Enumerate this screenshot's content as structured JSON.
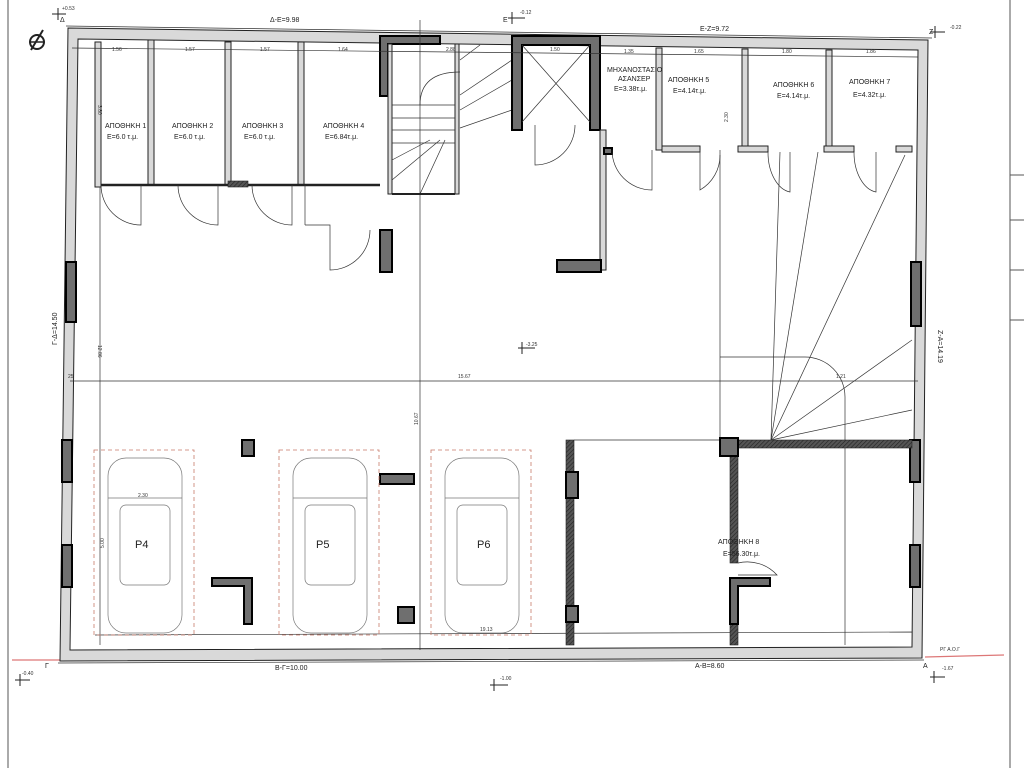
{
  "plan": {
    "levels": {
      "top_left": "+0.53",
      "top_mid": "-0.12",
      "top_right": "-0.22",
      "center": "-3.25",
      "bottom_left": "-0.40",
      "bottom_mid": "-1.00",
      "bottom_right": "-1.67"
    },
    "corners": {
      "delta": "Δ",
      "epsilon": "E",
      "zeta": "Z",
      "alpha": "A",
      "gamma": "Γ"
    },
    "sides": {
      "de": "Δ-Ε=9.98",
      "ez": "Ε-Ζ=9.72",
      "gd": "Γ-Δ=14.50",
      "za": "Ζ-Α=14.19",
      "bg": "Β-Γ=10.00",
      "ad": "Α-Β=8.60"
    },
    "dimensions": {
      "w1": "1.56",
      "w2": "1.57",
      "w3": "1.57",
      "w4": "1.64",
      "stair": "2.88",
      "lift": "1.50",
      "machine": "1.35",
      "r5": "1.65",
      "r6": "1.80",
      "r7": "1.86",
      "span": "15.67",
      "bottom_span": "19.13",
      "vertical_left": "12.86",
      "vertical_mid": "10.67",
      "car_width": "2.30",
      "car_len": "5.00",
      "depth_left": "3.80",
      "depth_right": "2.30",
      "radius": "1.21",
      "wall": "25",
      "ground": "ΡΓ Α.Ο.Γ"
    },
    "rooms": [
      {
        "name": "ΑΠΟΘΗΚΗ 1",
        "area": "Ε=6.0 τ.μ."
      },
      {
        "name": "ΑΠΟΘΗΚΗ 2",
        "area": "Ε=6.0 τ.μ."
      },
      {
        "name": "ΑΠΟΘΗΚΗ 3",
        "area": "Ε=6.0 τ.μ."
      },
      {
        "name": "ΑΠΟΘΗΚΗ 4",
        "area": "Ε=6.84τ.μ."
      },
      {
        "name": "ΑΠΟΘΗΚΗ 5",
        "area": "Ε=4.14τ.μ."
      },
      {
        "name": "ΑΠΟΘΗΚΗ 6",
        "area": "Ε=4.14τ.μ."
      },
      {
        "name": "ΑΠΟΘΗΚΗ 7",
        "area": "Ε=4.32τ.μ."
      },
      {
        "name": "ΑΠΟΘΗΚΗ 8",
        "area": "Ε=56.30τ.μ."
      }
    ],
    "machine_room": {
      "line1": "ΜΗΧΑΝΟΣΤΑΣΙΟ",
      "line2": "ΑΣΑΝΣΕΡ",
      "area": "Ε=3.38τ.μ."
    },
    "parking": [
      {
        "label": "P4"
      },
      {
        "label": "P5"
      },
      {
        "label": "P6"
      }
    ]
  }
}
